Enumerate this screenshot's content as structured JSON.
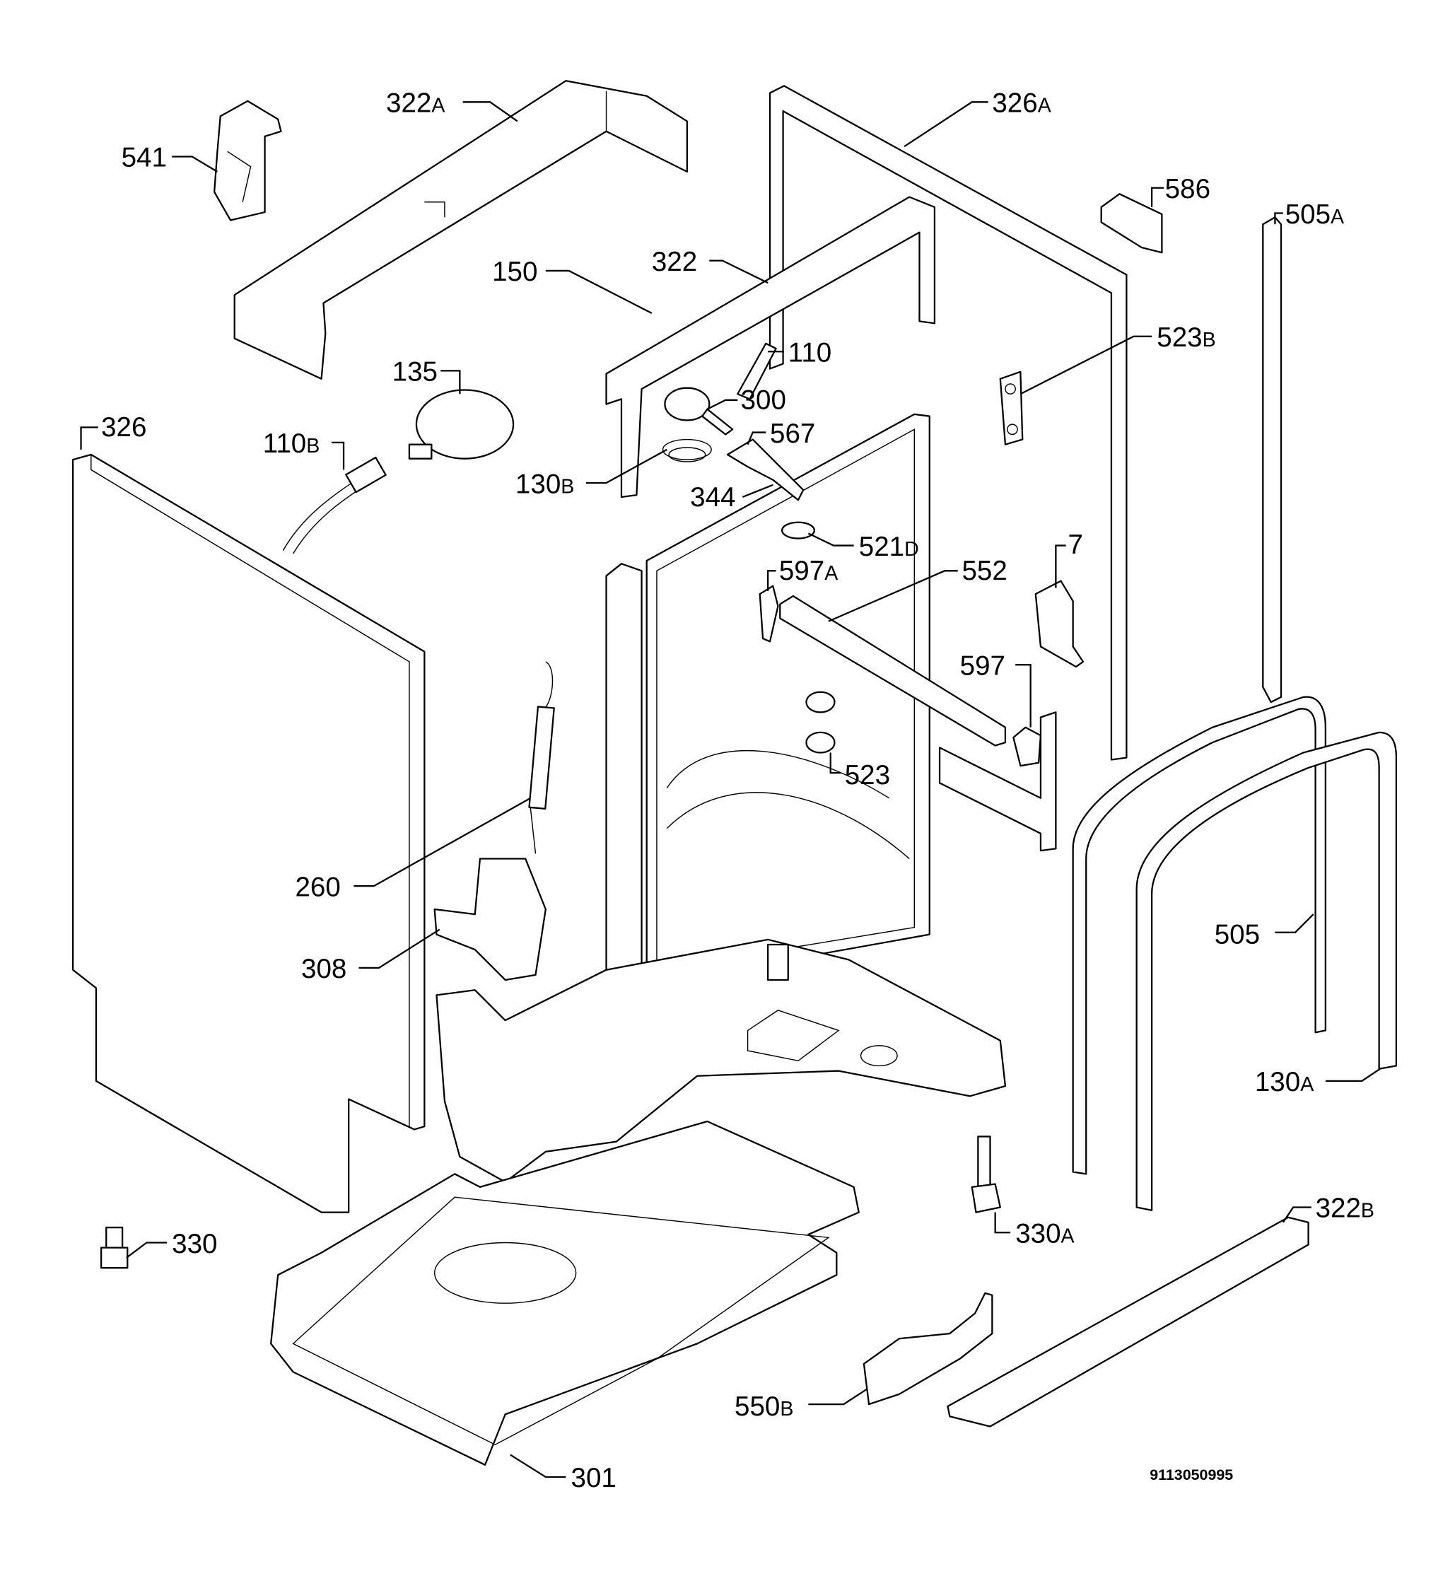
{
  "diagram": {
    "drawing_code": "9113050995",
    "callouts": [
      {
        "num": "322",
        "suffix": "A"
      },
      {
        "num": "541",
        "suffix": ""
      },
      {
        "num": "326",
        "suffix": "A"
      },
      {
        "num": "586",
        "suffix": ""
      },
      {
        "num": "505",
        "suffix": "A"
      },
      {
        "num": "150",
        "suffix": ""
      },
      {
        "num": "322",
        "suffix": ""
      },
      {
        "num": "110",
        "suffix": ""
      },
      {
        "num": "523",
        "suffix": "B"
      },
      {
        "num": "135",
        "suffix": ""
      },
      {
        "num": "300",
        "suffix": ""
      },
      {
        "num": "567",
        "suffix": ""
      },
      {
        "num": "326",
        "suffix": ""
      },
      {
        "num": "110",
        "suffix": "B"
      },
      {
        "num": "130",
        "suffix": "B"
      },
      {
        "num": "344",
        "suffix": ""
      },
      {
        "num": "521",
        "suffix": "D"
      },
      {
        "num": "597",
        "suffix": "A"
      },
      {
        "num": "552",
        "suffix": ""
      },
      {
        "num": "7",
        "suffix": ""
      },
      {
        "num": "597",
        "suffix": ""
      },
      {
        "num": "523",
        "suffix": ""
      },
      {
        "num": "260",
        "suffix": ""
      },
      {
        "num": "505",
        "suffix": ""
      },
      {
        "num": "308",
        "suffix": ""
      },
      {
        "num": "130",
        "suffix": "A"
      },
      {
        "num": "330",
        "suffix": "A"
      },
      {
        "num": "322",
        "suffix": "B"
      },
      {
        "num": "330",
        "suffix": ""
      },
      {
        "num": "550",
        "suffix": "B"
      },
      {
        "num": "301",
        "suffix": ""
      }
    ]
  }
}
